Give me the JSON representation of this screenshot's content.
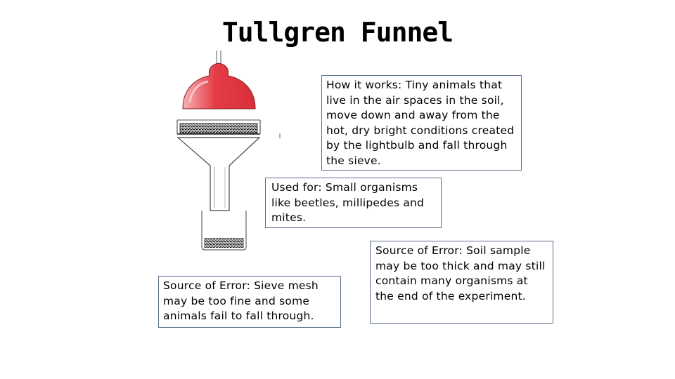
{
  "title": "Tullgren Funnel",
  "boxes": {
    "how_it_works": "How it works: Tiny animals that live in the air spaces in the soil, move down and away from the hot, dry bright conditions created by the lightbulb and fall through the sieve.",
    "used_for": "Used for: Small organisms like beetles, millipedes and mites.",
    "error_sieve": "Source of Error: Sieve mesh may be too fine and some animals fail to fall through.",
    "error_soil": "Source of Error: Soil sample may be too thick and may still contain many organisms at the end of the experiment."
  },
  "colors": {
    "lamp_red": "#e43c46",
    "box_border": "#5a6e8a"
  }
}
